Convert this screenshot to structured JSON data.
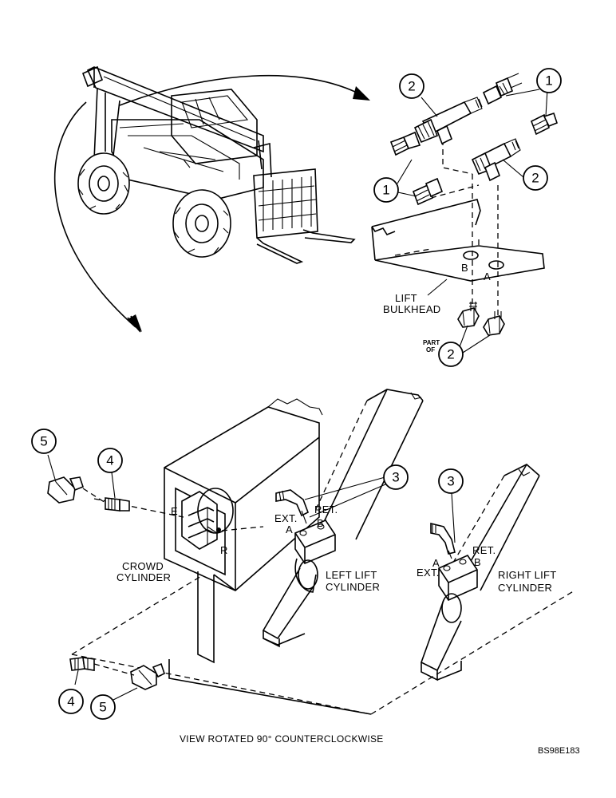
{
  "callouts": {
    "c1a": "1",
    "c1b": "1",
    "c2a": "2",
    "c2b": "2",
    "c2c": "2",
    "c3a": "3",
    "c3b": "3",
    "c4a": "4",
    "c4b": "4",
    "c5a": "5",
    "c5b": "5"
  },
  "labels": {
    "lift_bulkhead_line1": "LIFT",
    "lift_bulkhead_line2": "BULKHEAD",
    "part_of_line1": "PART",
    "part_of_line2": "OF",
    "port_b_top": "B",
    "port_a_top": "A",
    "crowd_cyl_line1": "CROWD",
    "crowd_cyl_line2": "CYLINDER",
    "port_e": "E",
    "port_r": "R",
    "left_ext": "EXT.",
    "left_a": "A",
    "left_ret": "RET.",
    "left_b": "B",
    "left_cyl_line1": "LEFT LIFT",
    "left_cyl_line2": "CYLINDER",
    "right_ext": "EXT.",
    "right_a": "A",
    "right_ret": "RET.",
    "right_b": "B",
    "right_cyl_line1": "RIGHT LIFT",
    "right_cyl_line2": "CYLINDER"
  },
  "caption": "VIEW ROTATED 90° COUNTERCLOCKWISE",
  "figure_code": "BS98E183"
}
